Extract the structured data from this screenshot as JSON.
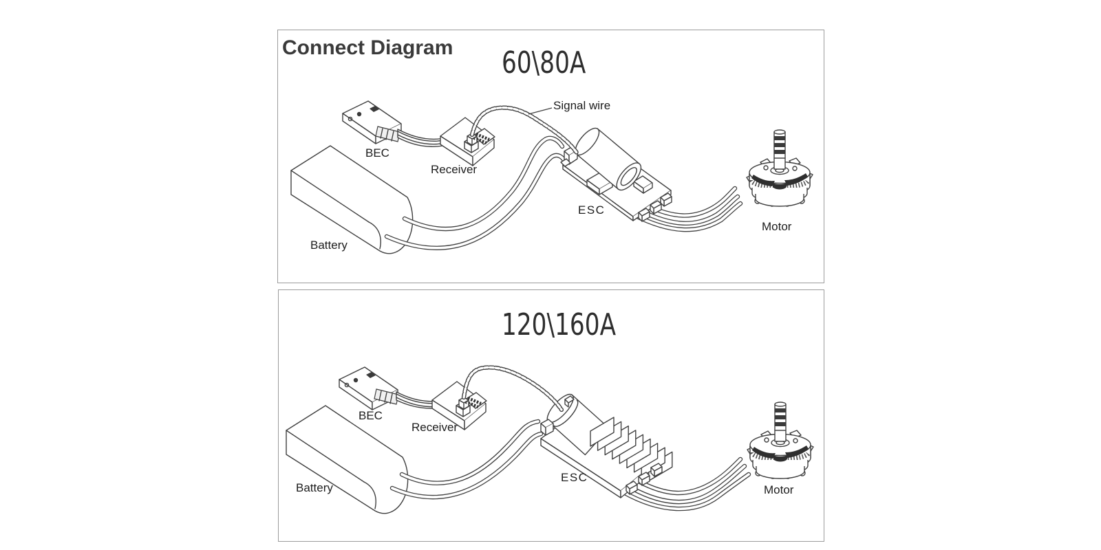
{
  "page": {
    "heading": "Connect Diagram"
  },
  "colors": {
    "line": "#404040",
    "panel_border": "#9b9b9b",
    "text": "#1c1c1c",
    "heading_text": "#3a3a3a"
  },
  "panels": [
    {
      "name": "60-80A",
      "title": "60\\80A",
      "labels": {
        "signal_wire": "Signal wire",
        "bec": "BEC",
        "receiver": "Receiver",
        "battery": "Battery",
        "esc": "ESC",
        "motor": "Motor"
      }
    },
    {
      "name": "120-160A",
      "title": "120\\160A",
      "labels": {
        "bec": "BEC",
        "receiver": "Receiver",
        "battery": "Battery",
        "esc": "ESC",
        "motor": "Motor"
      }
    }
  ]
}
